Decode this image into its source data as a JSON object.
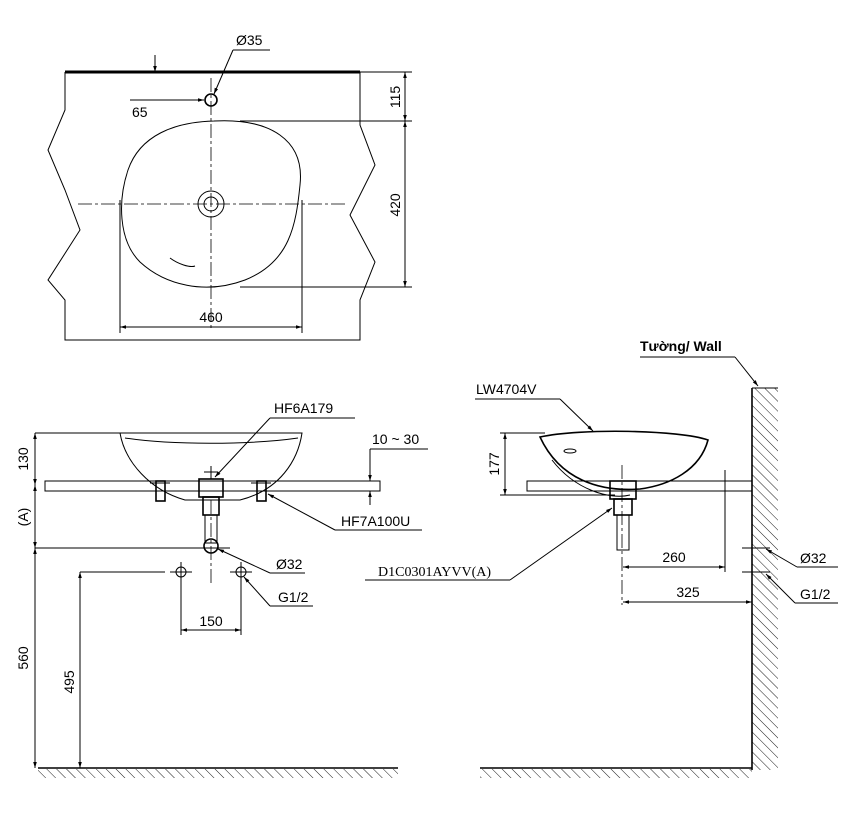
{
  "top_view": {
    "tap_hole_diameter": "Ø35",
    "tap_offset": "65",
    "dim_back_to_bowl": "115",
    "dim_bowl_depth": "420",
    "dim_bowl_width": "460"
  },
  "front_view": {
    "part_drain": "HF6A179",
    "counter_thickness": "10 ~ 30",
    "part_bracket": "HF7A100U",
    "drain_diameter": "Ø32",
    "supply_thread": "G1/2",
    "dim_bowl_height": "130",
    "dim_a": "(A)",
    "dim_total_height": "560",
    "dim_supply_height": "495",
    "dim_supply_spacing": "150"
  },
  "side_view": {
    "wall_label": "Tường/ Wall",
    "basin_model": "LW4704V",
    "drain_model": "D1C0301AYVV(A)",
    "dim_basin_height": "177",
    "dim_drain_to_wall_inner": "260",
    "dim_drain_to_wall": "325",
    "drain_diameter": "Ø32",
    "supply_thread": "G1/2"
  }
}
